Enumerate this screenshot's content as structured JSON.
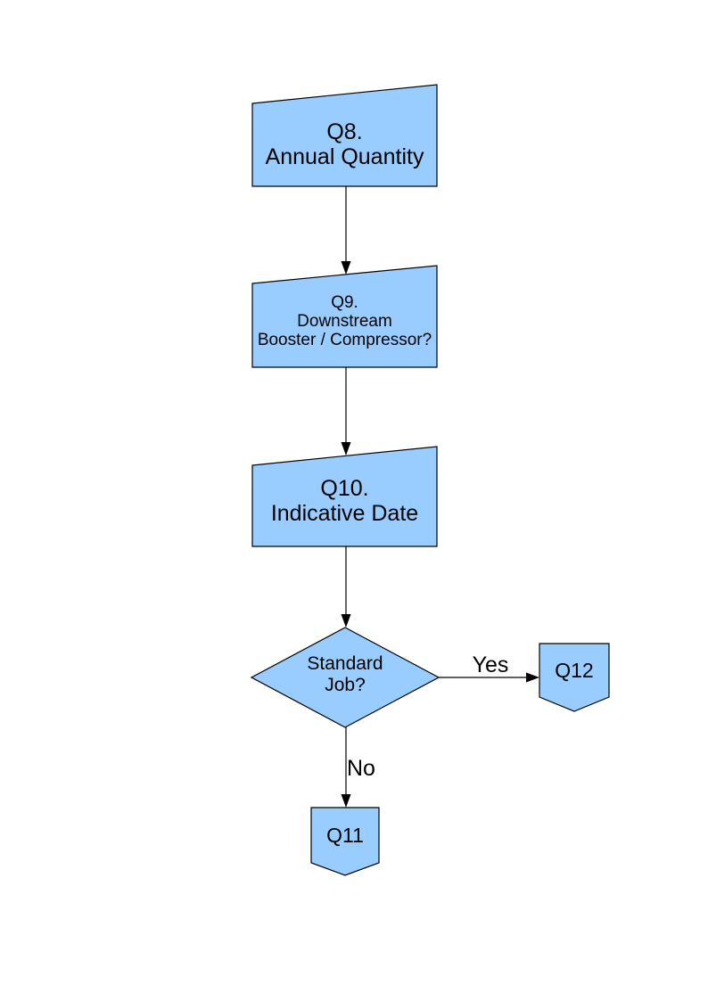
{
  "page": {
    "background_color": "#FFFFFF"
  },
  "diagram": {
    "node_fill": "#99CCFF",
    "node_stroke": "#000000",
    "connector_color": "#000000",
    "nodes": {
      "q8": {
        "type": "manual-input",
        "line1": "Q8.",
        "line2": "Annual Quantity"
      },
      "q9": {
        "type": "manual-input",
        "line1": "Q9.",
        "line2": "Downstream",
        "line3": "Booster / Compressor?"
      },
      "q10": {
        "type": "manual-input",
        "line1": "Q10.",
        "line2": "Indicative Date"
      },
      "decision": {
        "type": "decision-diamond",
        "line1": "Standard",
        "line2": "Job?"
      },
      "q12": {
        "type": "off-page-connector",
        "line1": "Q12"
      },
      "q11": {
        "type": "off-page-connector",
        "line1": "Q11"
      }
    },
    "edge_labels": {
      "yes": "Yes",
      "no": "No"
    }
  }
}
